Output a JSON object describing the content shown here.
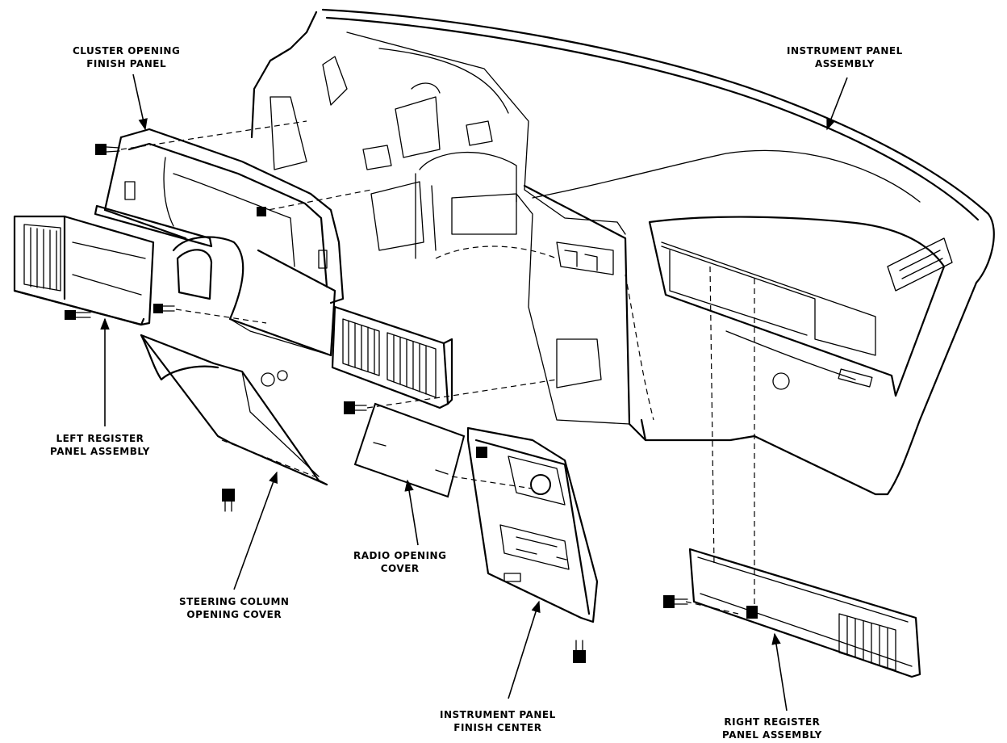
{
  "figure": {
    "labels": {
      "cluster_opening_finish_panel": [
        "CLUSTER OPENING",
        "FINISH PANEL"
      ],
      "instrument_panel_assembly": [
        "INSTRUMENT PANEL",
        "ASSEMBLY"
      ],
      "left_register_panel_assembly": [
        "LEFT REGISTER",
        "PANEL ASSEMBLY"
      ],
      "steering_column_opening_cover": [
        "STEERING COLUMN",
        "OPENING COVER"
      ],
      "radio_opening_cover": [
        "RADIO OPENING",
        "COVER"
      ],
      "instrument_panel_finish_center": [
        "INSTRUMENT PANEL",
        "FINISH CENTER"
      ],
      "right_register_panel_assembly": [
        "RIGHT REGISTER",
        "PANEL ASSEMBLY"
      ]
    }
  }
}
